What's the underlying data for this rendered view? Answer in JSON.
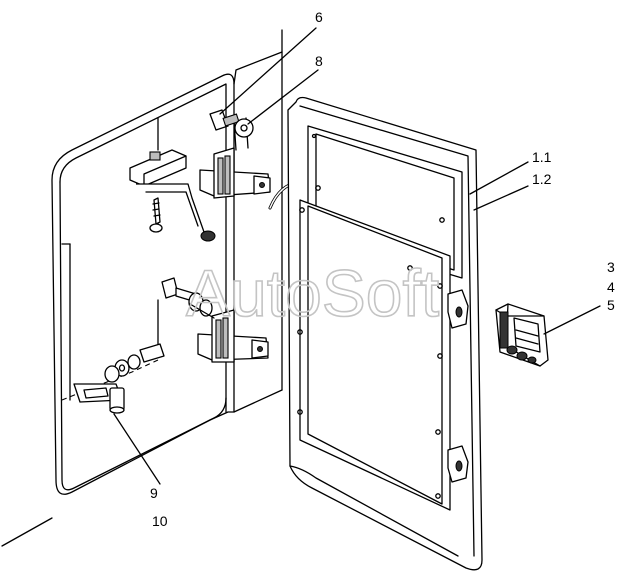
{
  "watermark": "AutoSoft",
  "callouts": {
    "c6": "6",
    "c8": "8",
    "c11": "1.1",
    "c12": "1.2",
    "c3": "3",
    "c4": "4",
    "c5": "5",
    "c9": "9",
    "c10": "10"
  }
}
